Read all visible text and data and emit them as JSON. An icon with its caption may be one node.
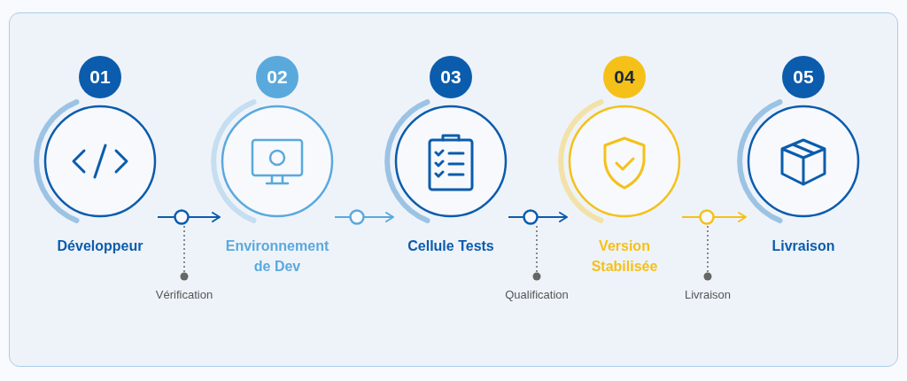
{
  "diagram": {
    "nodes": [
      {
        "text": [
          "01",
          "Développeur"
        ]
      },
      {
        "text": [
          "02",
          "Environnement de Dev"
        ]
      },
      {
        "text": [
          "03",
          "Cellule Tests"
        ]
      },
      {
        "text": [
          "04",
          "Version Stabilisée"
        ]
      },
      {
        "text": [
          "05",
          "Livraison"
        ]
      }
    ],
    "edges": [
      {
        "from": 0,
        "to": 1,
        "arrow": "to"
      },
      {
        "from": 1,
        "to": 2,
        "arrow": "to",
        "color": "#5aa9dd"
      },
      {
        "from": 2,
        "to": 3,
        "arrow": "to"
      },
      {
        "from": 3,
        "to": 4,
        "arrow": "to",
        "color": "#f5c118"
      }
    ],
    "labels": [
      "Vérification",
      "Qualification",
      "Livraison"
    ]
  }
}
